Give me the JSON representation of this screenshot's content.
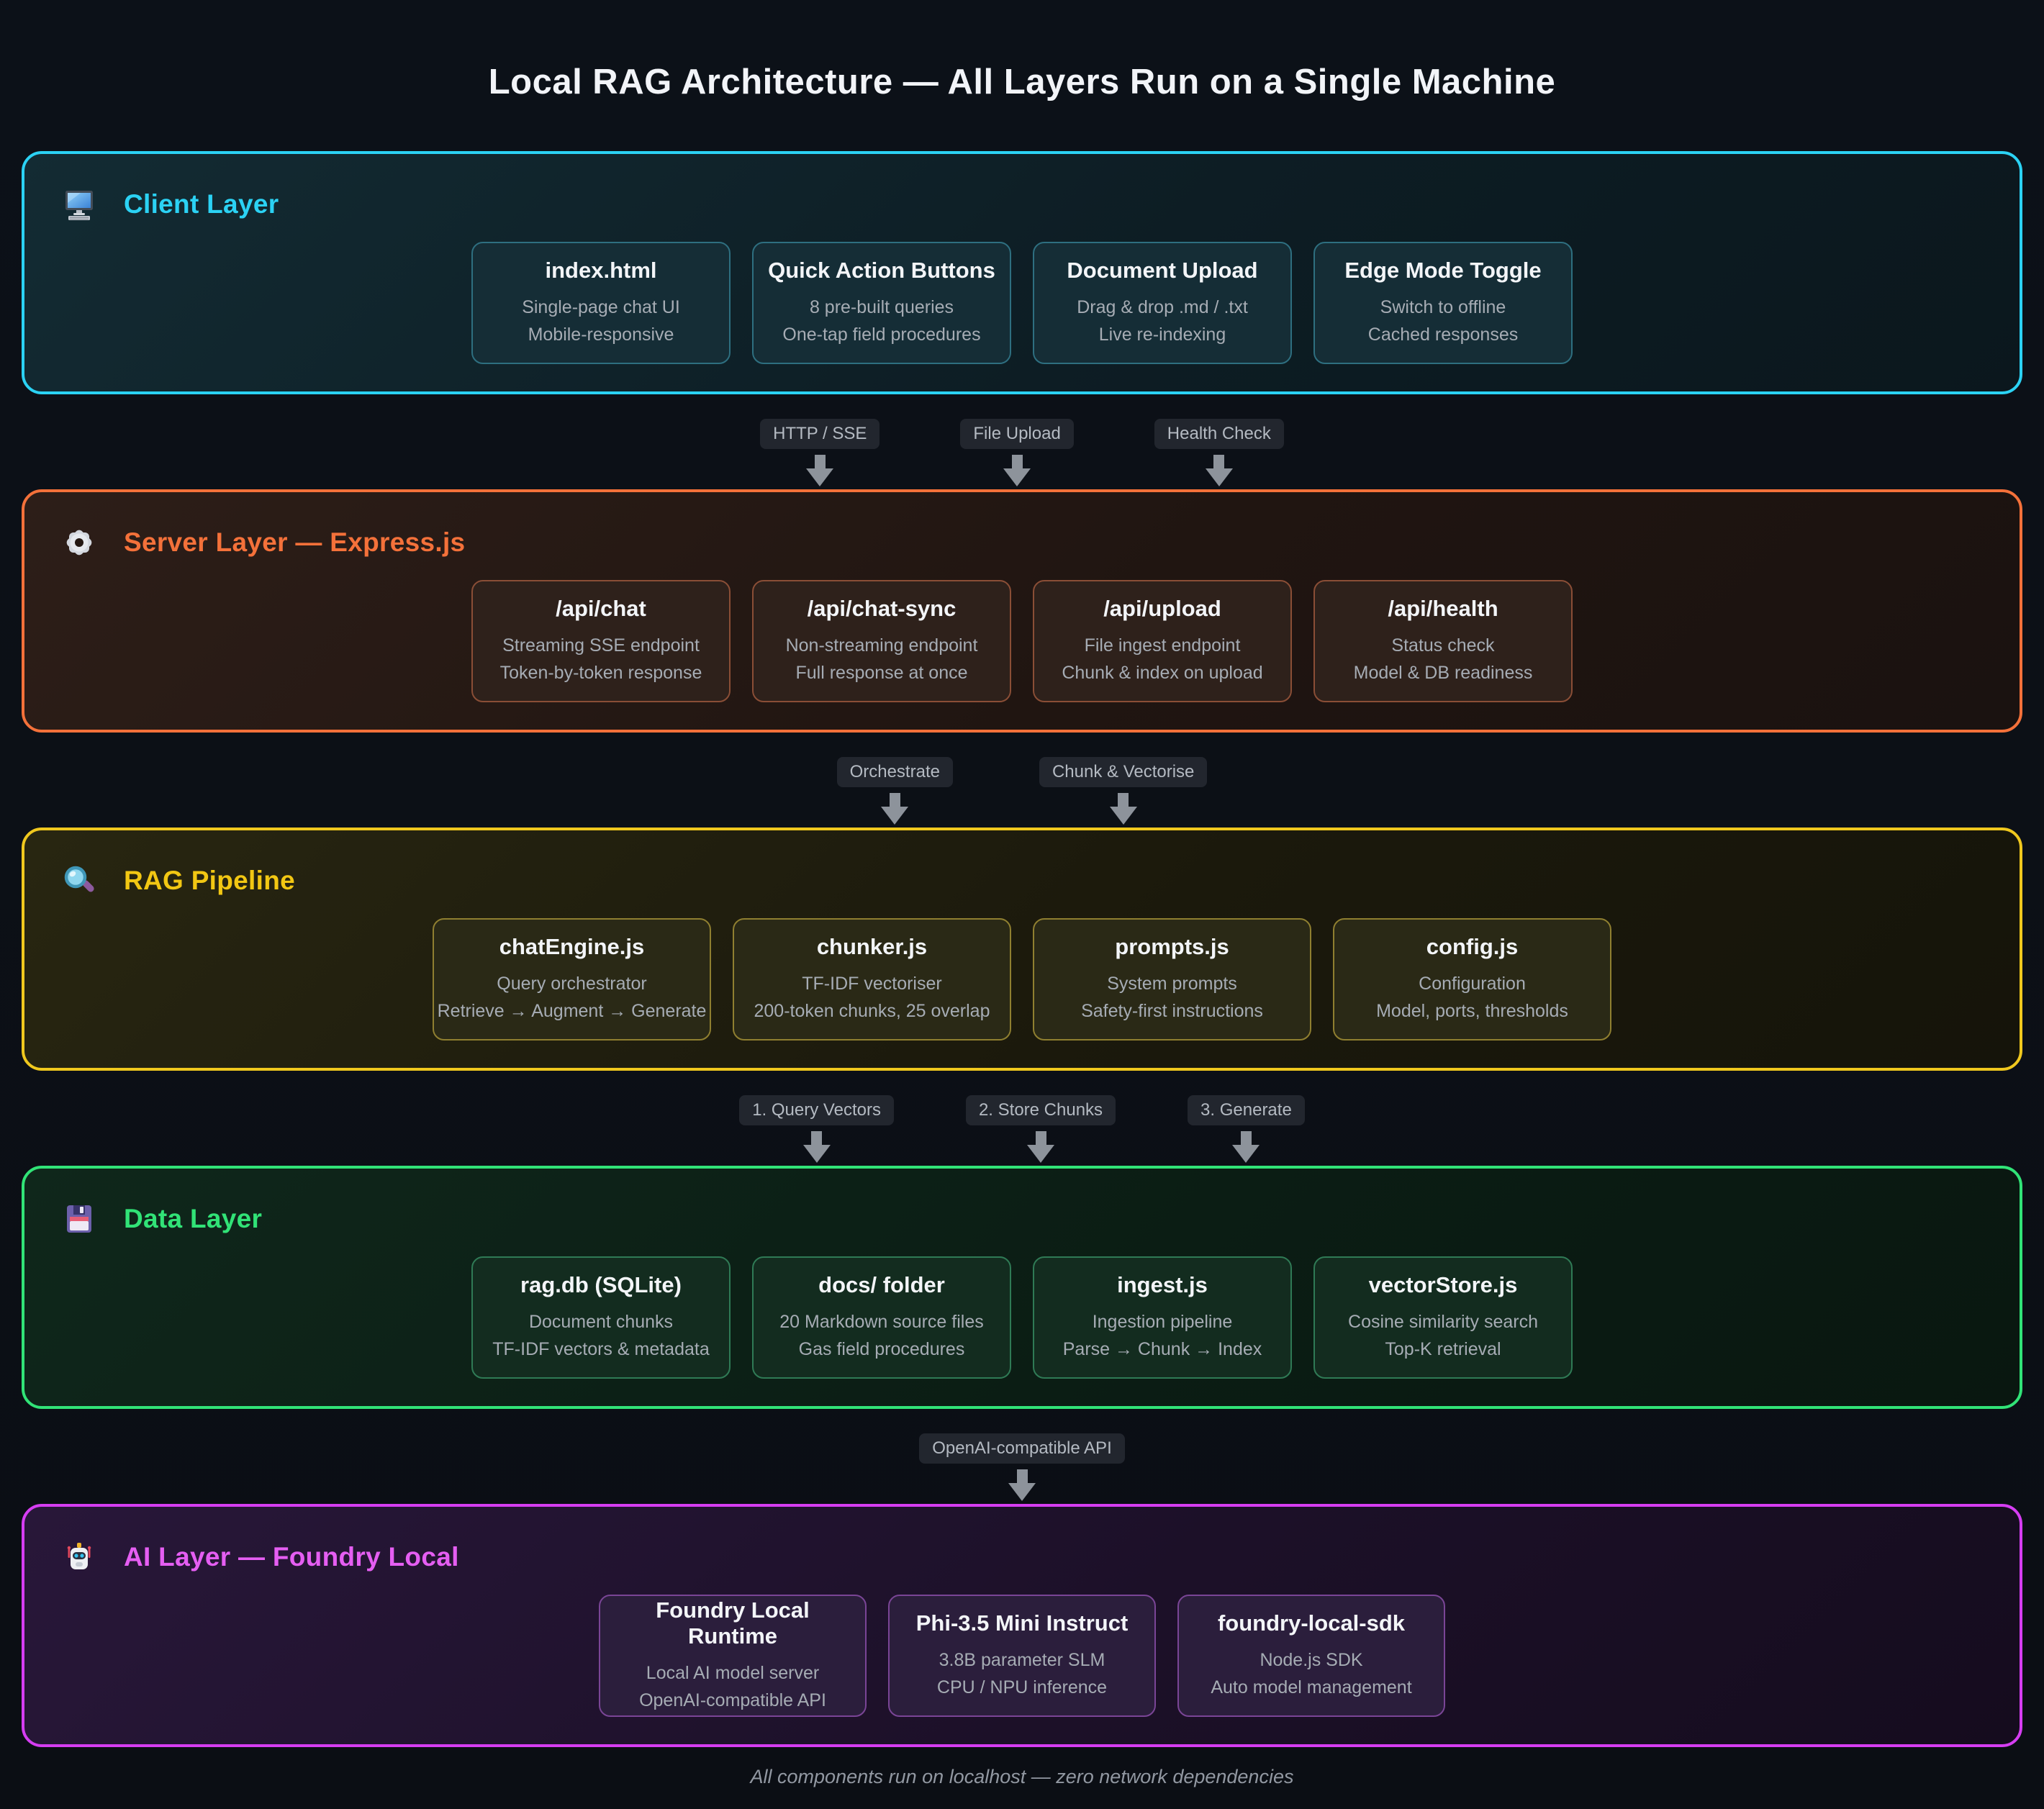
{
  "title": "Local RAG Architecture — All Layers Run on a Single Machine",
  "footer": "All components run on localhost — zero network dependencies",
  "layers": [
    {
      "id": "client",
      "title": "Client Layer",
      "icon": "desktop-computer-icon",
      "accent": "#2BD2F4",
      "cards": [
        {
          "title": "index.html",
          "lines": [
            "Single-page chat UI",
            "Mobile-responsive"
          ]
        },
        {
          "title": "Quick Action Buttons",
          "lines": [
            "8 pre-built queries",
            "One-tap field procedures"
          ]
        },
        {
          "title": "Document Upload",
          "lines": [
            "Drag & drop .md / .txt",
            "Live re-indexing"
          ]
        },
        {
          "title": "Edge Mode Toggle",
          "lines": [
            "Switch to offline",
            "Cached responses"
          ]
        }
      ]
    },
    {
      "id": "server",
      "title": "Server Layer — Express.js",
      "icon": "gear-icon",
      "accent": "#F4713A",
      "cards": [
        {
          "title": "/api/chat",
          "lines": [
            "Streaming SSE endpoint",
            "Token-by-token response"
          ]
        },
        {
          "title": "/api/chat-sync",
          "lines": [
            "Non-streaming endpoint",
            "Full response at once"
          ]
        },
        {
          "title": "/api/upload",
          "lines": [
            "File ingest endpoint",
            "Chunk & index on upload"
          ]
        },
        {
          "title": "/api/health",
          "lines": [
            "Status check",
            "Model & DB readiness"
          ]
        }
      ]
    },
    {
      "id": "rag",
      "title": "RAG Pipeline",
      "icon": "magnifying-glass-icon",
      "accent": "#F2C713",
      "cards": [
        {
          "title": "chatEngine.js",
          "lines": [
            "Query orchestrator",
            "Retrieve → Augment → Generate"
          ]
        },
        {
          "title": "chunker.js",
          "lines": [
            "TF-IDF vectoriser",
            "200-token chunks, 25 overlap"
          ]
        },
        {
          "title": "prompts.js",
          "lines": [
            "System prompts",
            "Safety-first instructions"
          ]
        },
        {
          "title": "config.js",
          "lines": [
            "Configuration",
            "Model, ports, thresholds"
          ]
        }
      ]
    },
    {
      "id": "data",
      "title": "Data Layer",
      "icon": "floppy-disk-icon",
      "accent": "#31E377",
      "cards": [
        {
          "title": "rag.db (SQLite)",
          "lines": [
            "Document chunks",
            "TF-IDF vectors & metadata"
          ]
        },
        {
          "title": "docs/ folder",
          "lines": [
            "20 Markdown source files",
            "Gas field procedures"
          ]
        },
        {
          "title": "ingest.js",
          "lines": [
            "Ingestion pipeline",
            "Parse → Chunk → Index"
          ]
        },
        {
          "title": "vectorStore.js",
          "lines": [
            "Cosine similarity search",
            "Top-K retrieval"
          ]
        }
      ]
    },
    {
      "id": "ai",
      "title": "AI Layer — Foundry Local",
      "icon": "robot-icon",
      "accent": "#D63DF2",
      "cards": [
        {
          "title": "Foundry Local Runtime",
          "lines": [
            "Local AI model server",
            "OpenAI-compatible API"
          ]
        },
        {
          "title": "Phi-3.5 Mini Instruct",
          "lines": [
            "3.8B parameter SLM",
            "CPU / NPU inference"
          ]
        },
        {
          "title": "foundry-local-sdk",
          "lines": [
            "Node.js SDK",
            "Auto model management"
          ]
        }
      ]
    }
  ],
  "connectors": [
    {
      "labels": [
        "HTTP / SSE",
        "File Upload",
        "Health Check"
      ]
    },
    {
      "labels": [
        "Orchestrate",
        "Chunk & Vectorise"
      ]
    },
    {
      "labels": [
        "1. Query Vectors",
        "2. Store Chunks",
        "3. Generate"
      ]
    },
    {
      "labels": [
        "OpenAI-compatible API"
      ]
    }
  ]
}
